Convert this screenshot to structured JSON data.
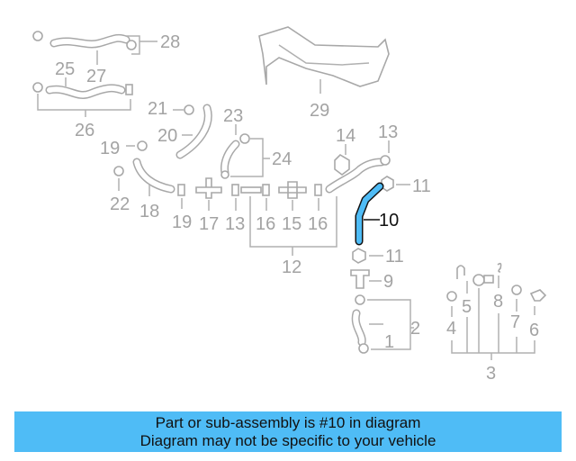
{
  "diagram": {
    "highlighted_part": "10",
    "highlight_color": "#4fbcf6",
    "callouts": [
      "28",
      "25",
      "27",
      "26",
      "29",
      "21",
      "23",
      "20",
      "13",
      "14",
      "24",
      "19",
      "11",
      "22",
      "18",
      "19",
      "17",
      "13",
      "16",
      "15",
      "16",
      "10",
      "11",
      "12",
      "9",
      "2",
      "1",
      "5",
      "8",
      "4",
      "7",
      "6",
      "3"
    ]
  },
  "banner": {
    "line1": "Part or sub-assembly is #10 in diagram",
    "line2": "Diagram may not be specific to your vehicle",
    "color": "#4fbcf6"
  }
}
